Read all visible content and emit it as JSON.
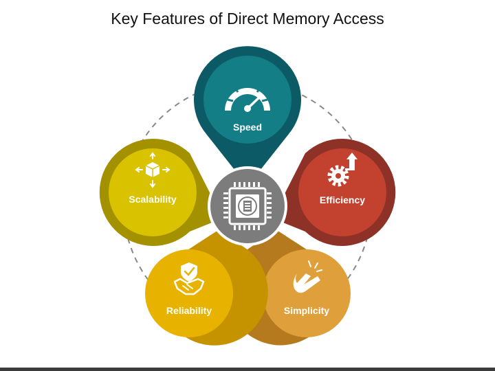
{
  "title": "Key Features of Direct Memory Access",
  "center": {
    "icon": "cpu-chip-icon",
    "color": "#7c7c7c"
  },
  "features": [
    {
      "id": "speed",
      "label": "Speed",
      "icon": "speedometer-icon",
      "outer": "#0c5a66",
      "inner": "#137e86"
    },
    {
      "id": "efficiency",
      "label": "Efficiency",
      "icon": "gear-arrow-icon",
      "outer": "#8e3126",
      "inner": "#c2422f"
    },
    {
      "id": "simplicity",
      "label": "Simplicity",
      "icon": "finger-snap-icon",
      "outer": "#b57a1e",
      "inner": "#dfa03b"
    },
    {
      "id": "reliability",
      "label": "Reliability",
      "icon": "handshake-shield-icon",
      "outer": "#c59300",
      "inner": "#e8b300"
    },
    {
      "id": "scalability",
      "label": "Scalability",
      "icon": "expand-cube-icon",
      "outer": "#a39100",
      "inner": "#d9c200"
    }
  ]
}
